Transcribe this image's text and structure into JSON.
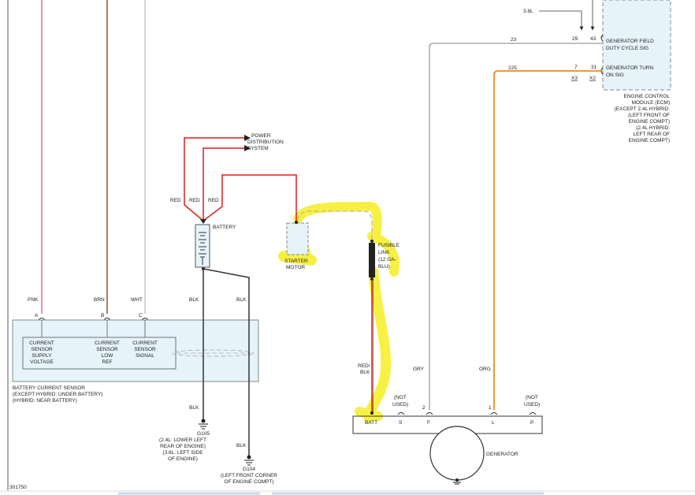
{
  "diagram": {
    "id": "301750",
    "wire_labels": {
      "pnk": "PNK",
      "brn": "BRN",
      "wht": "WHT",
      "blk_batt": "BLK",
      "blk_right": "BLK",
      "blk_g105": "BLK",
      "blk_g104": "BLK",
      "red1": "RED",
      "red2": "RED",
      "red3": "RED",
      "red_blk_1": "RED/",
      "red_blk_2": "BLK",
      "gry": "GRY",
      "org": "ORG"
    },
    "pins": {
      "a": "A",
      "b": "B",
      "c": "C",
      "p29": "29",
      "p43": "43",
      "p7": "7",
      "p31": "31",
      "x3": "X3",
      "x2": "X2",
      "w23": "23",
      "w225": "225",
      "gen2": "2",
      "gen1": "1",
      "v36": "3.6L"
    },
    "battery": {
      "label": "BATTERY"
    },
    "pds": {
      "line1": "POWER",
      "line2": "DISTRIBUTION",
      "line3": "SYSTEM"
    },
    "starter": {
      "line1": "STARTER",
      "line2": "MOTOR"
    },
    "fusible_link": {
      "line1": "FUSIBLE",
      "line2": "LINK",
      "line3": "(12 GA-",
      "line4": "BLU)"
    },
    "sensor": {
      "col1": [
        "CURRENT",
        "SENSOR",
        "SUPPLY",
        "VOLTAGE"
      ],
      "col2": [
        "CURRENT",
        "SENSOR",
        "LOW",
        "REF"
      ],
      "col3": [
        "CURRENT",
        "SENSOR",
        "SIGNAL"
      ],
      "caption": [
        "BATTERY CURRENT SENSOR",
        "(EXCEPT HYBRID: UNDER BATTERY)",
        "(HYBRID: NEAR BATTERY)"
      ]
    },
    "ecm": {
      "field_line1": "GENERATOR FIELD",
      "field_line2": "DUTY CYCLE SIG",
      "turn_line1": "GENERATOR TURN",
      "turn_line2": "ON SIG",
      "caption": [
        "ENGINE CONTROL",
        "MODULE (ECM)",
        "(EXCEPT 2.4L HYBRID:",
        "(LEFT FRONT OF",
        "ENGINE COMPT)",
        "(2.4L HYBRID:",
        "LEFT REAR OF",
        "ENGINE COMPT)"
      ]
    },
    "generator": {
      "label": "GENERATOR",
      "terms": {
        "batt": "BATT",
        "s": "S",
        "f": "F",
        "l": "L",
        "p": "P"
      },
      "not_used_left": [
        "(NOT",
        "USED)"
      ],
      "not_used_right": [
        "(NOT",
        "USED)"
      ]
    },
    "g105": {
      "label": "G105",
      "desc": [
        "(2.4L: LOWER LEFT",
        "REAR OF ENGINE)",
        "(3.6L: LEFT SIDE",
        "OF ENGINE)"
      ]
    },
    "g104": {
      "label": "G104",
      "desc": [
        "(LEFT FRONT CORNER",
        "OF ENGINE COMPT)"
      ]
    },
    "colors": {
      "pnk": "#e0669a",
      "brn": "#8a5a1e",
      "wht": "#c8c8c8",
      "red": "#e01b1b",
      "blk": "#333333",
      "gry": "#9a9a9a",
      "org": "#f08a1c",
      "highlight": "#f7f03a",
      "component_fill": "#e6f3fb"
    }
  }
}
